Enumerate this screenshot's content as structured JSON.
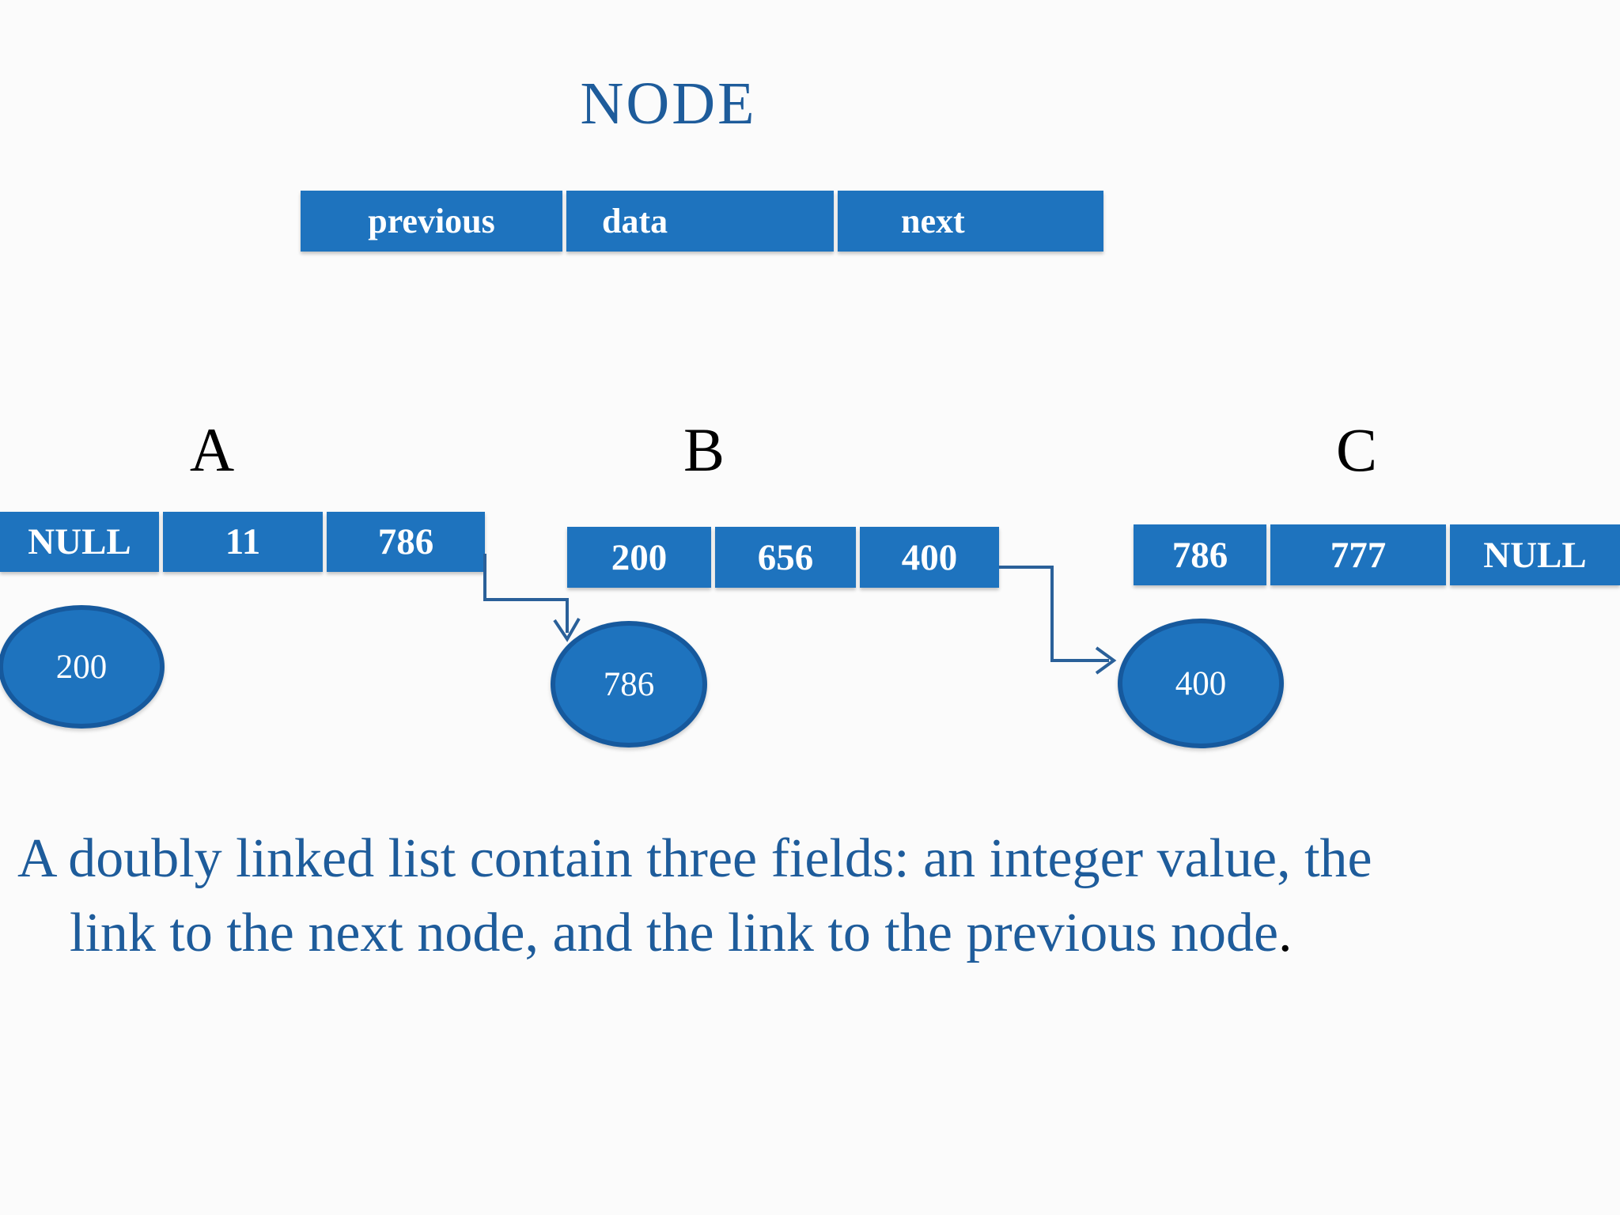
{
  "title": "NODE",
  "header": {
    "cells": [
      "previous",
      "data",
      "next"
    ]
  },
  "nodes": [
    {
      "label": "A",
      "cells": [
        "NULL",
        "11",
        "786"
      ]
    },
    {
      "label": "B",
      "cells": [
        "200",
        "656",
        "400"
      ]
    },
    {
      "label": "C",
      "cells": [
        "786",
        "777",
        "NULL"
      ]
    }
  ],
  "ellipses": [
    {
      "value": "200"
    },
    {
      "value": "786"
    },
    {
      "value": "400"
    }
  ],
  "caption": {
    "line1": "A doubly linked list contain three fields: an integer value, the",
    "line2": "link to the next node, and the link to the previous node",
    "period": "."
  },
  "colors": {
    "cell_blue": "#1E73BE",
    "ellipse_fill": "#1E73BE",
    "ellipse_border": "#16599D",
    "connector": "#2A6099",
    "title_text": "#1E5C9B",
    "caption_text": "#1E5C9B",
    "label_text": "#000000",
    "cell_text": "#FFFFFF"
  }
}
